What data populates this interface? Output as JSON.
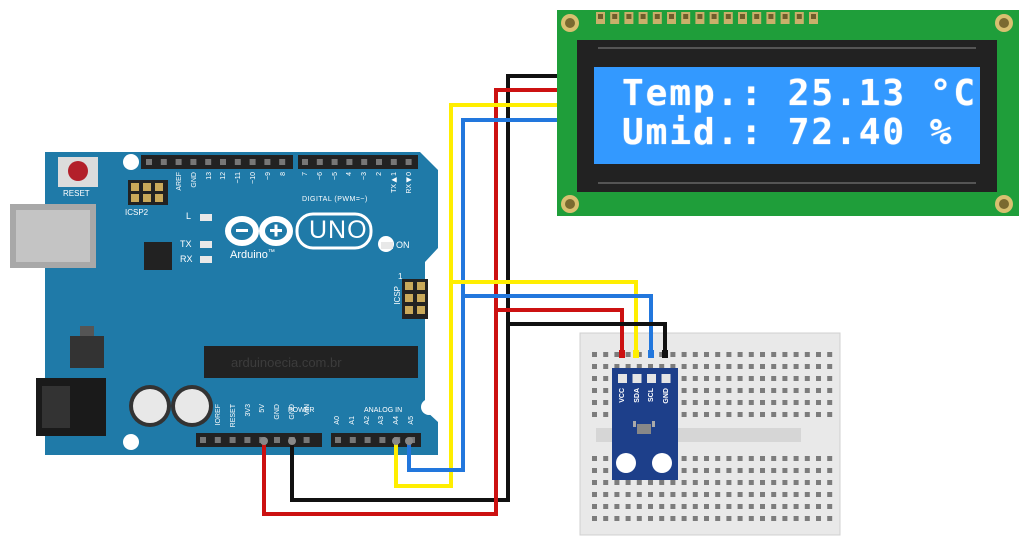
{
  "lcd": {
    "line1": "Temp.: 25.13 °C",
    "line2": "Umid.: 72.40 %"
  },
  "arduino": {
    "reset_label": "RESET",
    "icsp2_label": "ICSP2",
    "icsp_label": "ICSP",
    "icsp_pin_number": "1",
    "led_l": "L",
    "led_tx": "TX",
    "led_rx": "RX",
    "on_label": "ON",
    "uno_label": "UNO",
    "brand": "Arduino",
    "tm": "™",
    "digital_label": "DIGITAL (PWM=~)",
    "watermark": "arduinoecia.com.br",
    "power_label": "POWER",
    "analog_label": "ANALOG IN",
    "top_pins_left": [
      "AREF",
      "GND",
      "13",
      "12",
      "~11",
      "~10",
      "~9",
      "8"
    ],
    "top_pins_right": [
      "7",
      "~6",
      "~5",
      "4",
      "~3",
      "2",
      "TX▶1",
      "RX◀0"
    ],
    "power_pins": [
      "IOREF",
      "RESET",
      "3V3",
      "5V",
      "GND",
      "GND",
      "VIN"
    ],
    "analog_pins": [
      "A0",
      "A1",
      "A2",
      "A3",
      "A4",
      "A5"
    ]
  },
  "sensor": {
    "pins": [
      "VCC",
      "SDA",
      "SCL",
      "GND"
    ]
  },
  "colors": {
    "board": "#1f7aa8",
    "lcd_pcb": "#1f9e3a",
    "lcd_screen": "#3399ff",
    "sensor_pcb": "#1d3f8a",
    "wire_red": "#cc1111",
    "wire_black": "#111111",
    "wire_yellow": "#ffee00",
    "wire_blue": "#2277dd"
  }
}
